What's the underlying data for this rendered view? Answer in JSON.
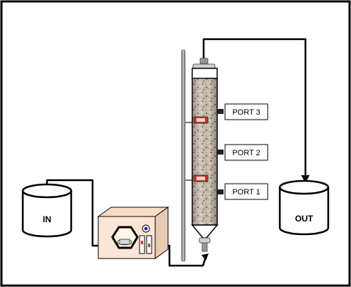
{
  "diagram": {
    "tanks": {
      "inlet": {
        "label": "IN"
      },
      "outlet": {
        "label": "OUT"
      }
    },
    "ports": [
      {
        "id": "port-3",
        "label": "PORT 3"
      },
      {
        "id": "port-2",
        "label": "PORT 2"
      },
      {
        "id": "port-1",
        "label": "PORT 1"
      }
    ],
    "colors": {
      "frame": "#000000",
      "pump_body": "#fbe5d6",
      "column_fill": "#cbbdb0",
      "rod": "#7f7f7f",
      "fitting_red": "#c0392b",
      "tube": "#000000"
    }
  }
}
